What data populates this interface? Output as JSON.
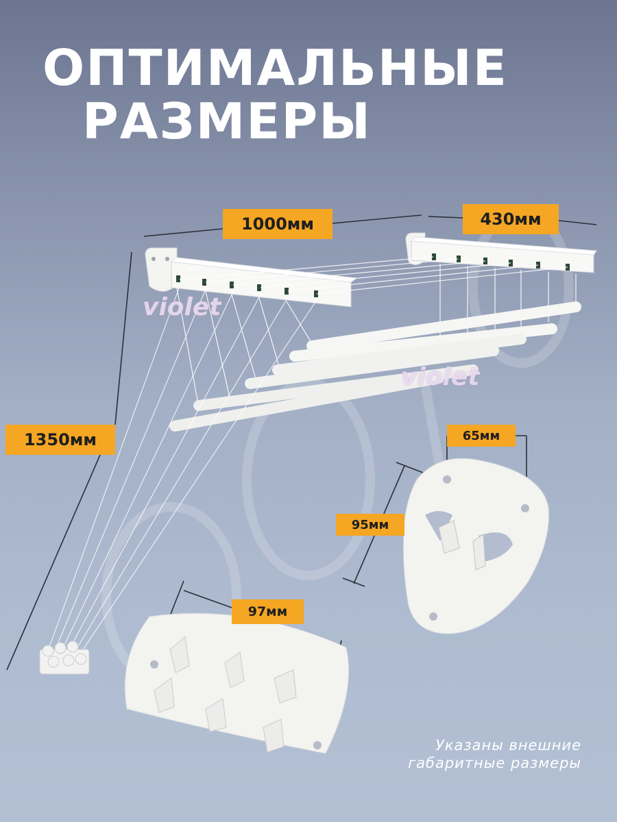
{
  "title": {
    "line1": "ОПТИМАЛЬНЫЕ",
    "line2": "РАЗМЕРЫ"
  },
  "dimensions": {
    "width": "1000мм",
    "depth": "430мм",
    "height": "1350мм",
    "bracket_width": "65мм",
    "bracket_height": "95мм",
    "handle_plate_width": "97мм"
  },
  "note": {
    "line1": "Указаны внешние",
    "line2": "габаритные размеры"
  },
  "watermark": "violet",
  "colors": {
    "badge": "#f5a623",
    "line": "#2b2f3a",
    "part": "#f4f4f1"
  }
}
